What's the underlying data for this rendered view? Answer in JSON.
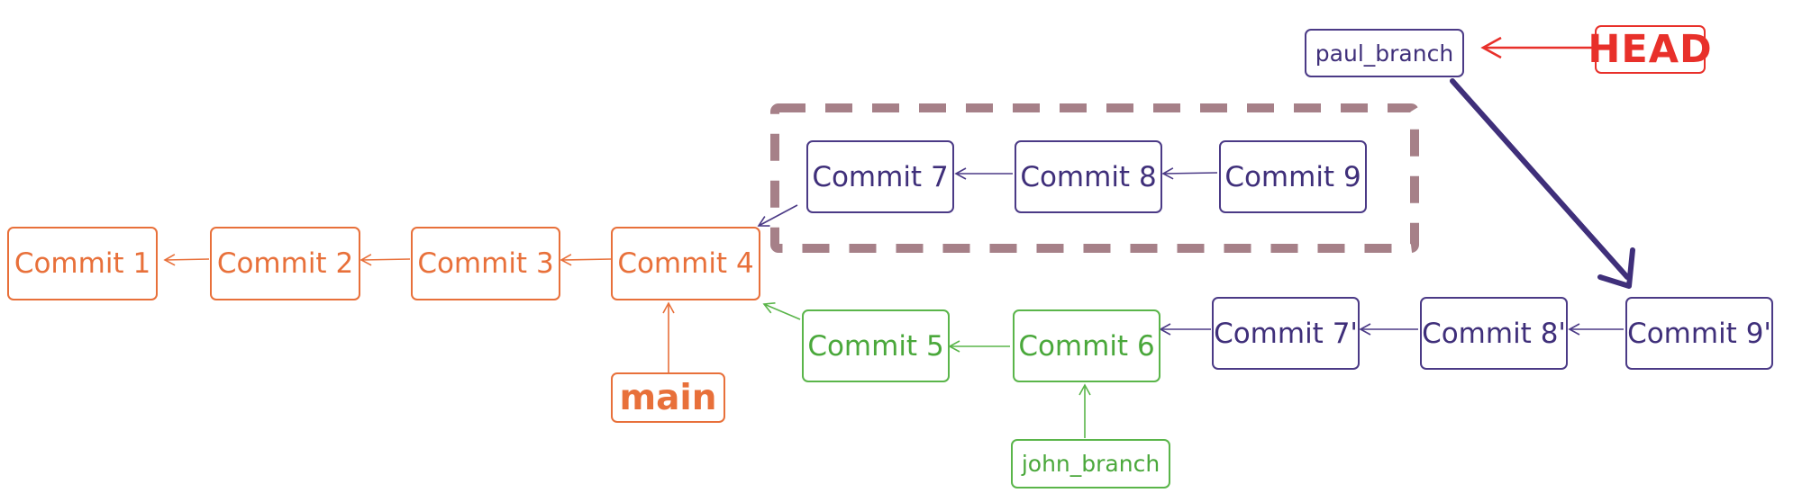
{
  "colors": {
    "main_branch": "#e8703a",
    "paul_branch": "#4b3a86",
    "john_branch": "#5ab54a",
    "head": "#e8302a",
    "rebased_group_outline": "#a68088"
  },
  "commits": {
    "c1": "Commit 1",
    "c2": "Commit 2",
    "c3": "Commit 3",
    "c4": "Commit 4",
    "c5": "Commit 5",
    "c6": "Commit 6",
    "c7": "Commit 7",
    "c8": "Commit 8",
    "c9": "Commit 9",
    "c7p": "Commit 7'",
    "c8p": "Commit 8'",
    "c9p": "Commit 9'"
  },
  "refs": {
    "main": "main",
    "john_branch": "john_branch",
    "paul_branch": "paul_branch",
    "head": "HEAD"
  }
}
